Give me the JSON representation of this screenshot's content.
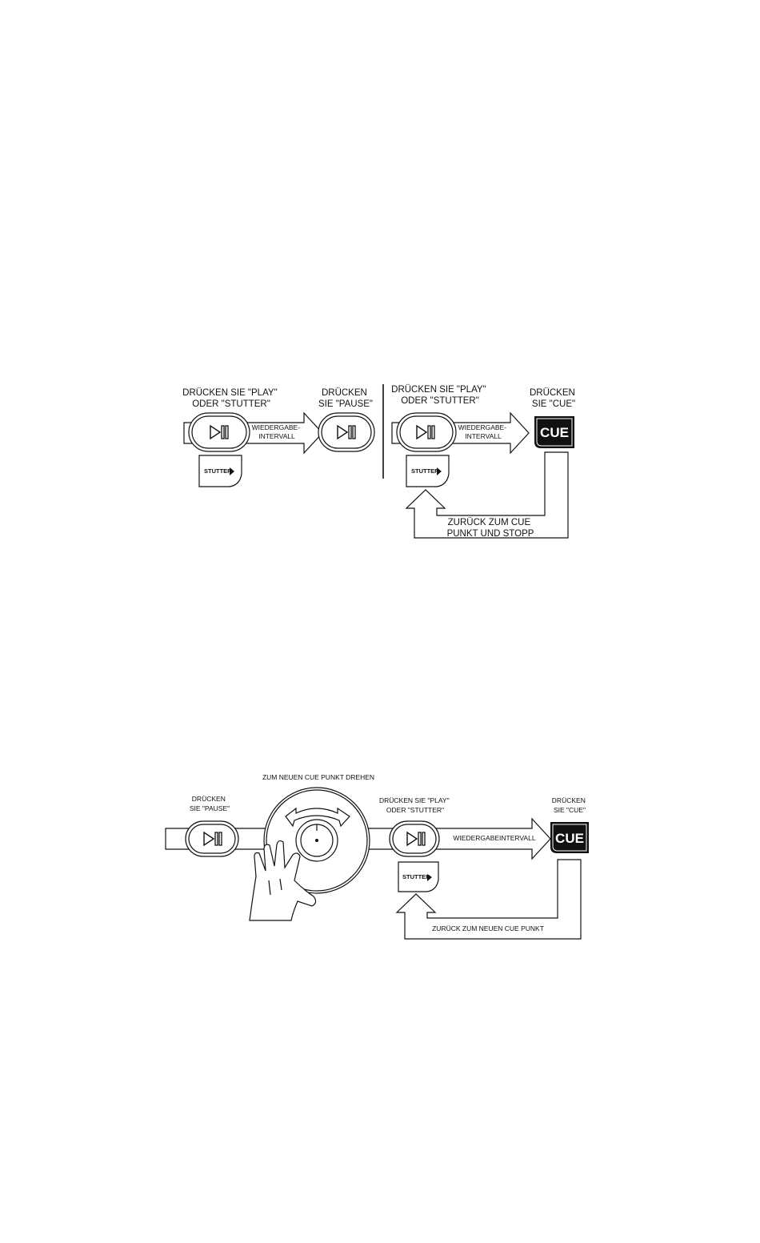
{
  "diagram1": {
    "label_play_stutter_left": [
      "DRÜCKEN SIE \"PLAY\"",
      "ODER \"STUTTER\""
    ],
    "label_pause": [
      "DRÜCKEN",
      "SIE \"PAUSE\""
    ],
    "label_interval_left": [
      "WIEDERGABE-",
      "INTERVALL"
    ],
    "label_play_stutter_right": [
      "DRÜCKEN SIE \"PLAY\"",
      "ODER \"STUTTER\""
    ],
    "label_cue": [
      "DRÜCKEN",
      "SIE \"CUE\""
    ],
    "label_interval_right": [
      "WIEDERGABE-",
      "INTERVALL"
    ],
    "label_return": [
      "ZURÜCK ZUM CUE",
      "PUNKT UND STOPP"
    ],
    "stutter_button": "STUTTER",
    "cue_button": "CUE"
  },
  "diagram2": {
    "label_turn": "ZUM NEUEN CUE PUNKT DREHEN",
    "label_pause": [
      "DRÜCKEN",
      "SIE \"PAUSE\""
    ],
    "label_play_stutter": [
      "DRÜCKEN SIE \"PLAY\"",
      "ODER \"STUTTER\""
    ],
    "label_cue": [
      "DRÜCKEN",
      "SIE \"CUE\""
    ],
    "label_interval": "WIEDERGABEINTERVALL",
    "label_return": "ZURÜCK ZUM NEUEN CUE PUNKT",
    "stutter_button": "STUTTER",
    "cue_button": "CUE"
  },
  "icons": [
    "play-pause-icon",
    "stutter-button-icon",
    "cue-button-icon",
    "jog-wheel-icon",
    "hand-icon",
    "flow-arrow-icon"
  ]
}
